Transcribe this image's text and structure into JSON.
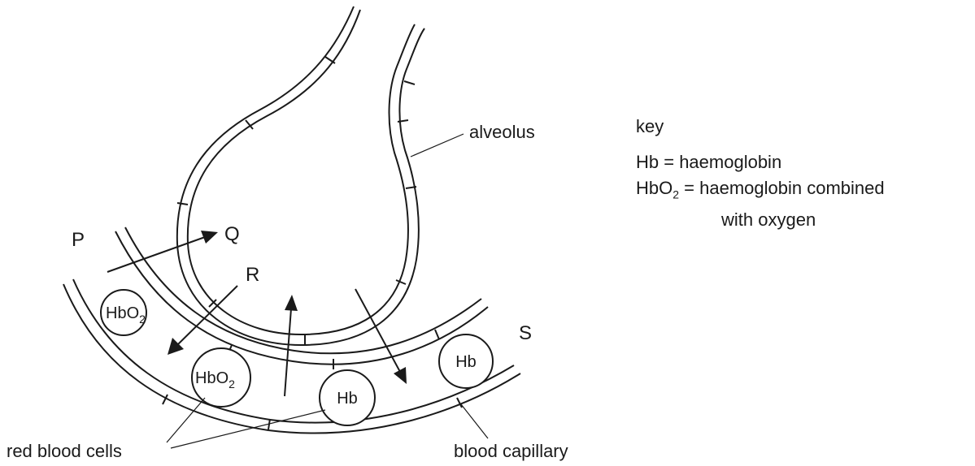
{
  "labels": {
    "alveolus": "alveolus",
    "red_blood_cells": "red blood cells",
    "blood_capillary": "blood capillary",
    "P": "P",
    "Q": "Q",
    "R": "R",
    "S": "S"
  },
  "cells": {
    "hbo2_a": {
      "main": "HbO",
      "sub": "2"
    },
    "hbo2_b": {
      "main": "HbO",
      "sub": "2"
    },
    "hb_a": "Hb",
    "hb_b": "Hb"
  },
  "key": {
    "title": "key",
    "hb_line": "Hb = haemoglobin",
    "hbo2_prefix": "HbO",
    "hbo2_sub": "2",
    "hbo2_def": " = haemoglobin combined",
    "hbo2_cont": "with oxygen"
  }
}
